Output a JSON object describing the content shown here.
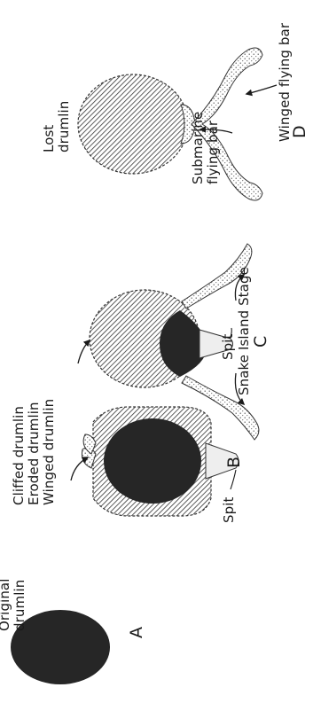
{
  "panel_a": {
    "letter": "A",
    "title_line1": "Original",
    "title_line2": "drumlin"
  },
  "panel_b": {
    "letter": "B",
    "label_line1": "Cliffed drumlin",
    "label_line2": "Eroded drumlin",
    "label_line3": "Winged drumlin",
    "spit": "Spit"
  },
  "panel_c": {
    "letter": "C",
    "spit": "Spit",
    "stage": "Snake Island Stage"
  },
  "panel_d": {
    "letter": "D",
    "title_line1": "Lost",
    "title_line2": "drumlin",
    "submarine_line1": "Submarine",
    "submarine_line2": "flying bar",
    "winged_bar": "Winged flying bar"
  },
  "colors": {
    "ink": "#1a1a1a",
    "solid_fill": "#262626",
    "stipple_fill": "#e9e9e9",
    "hatch_fill": "#bdbdbd"
  }
}
